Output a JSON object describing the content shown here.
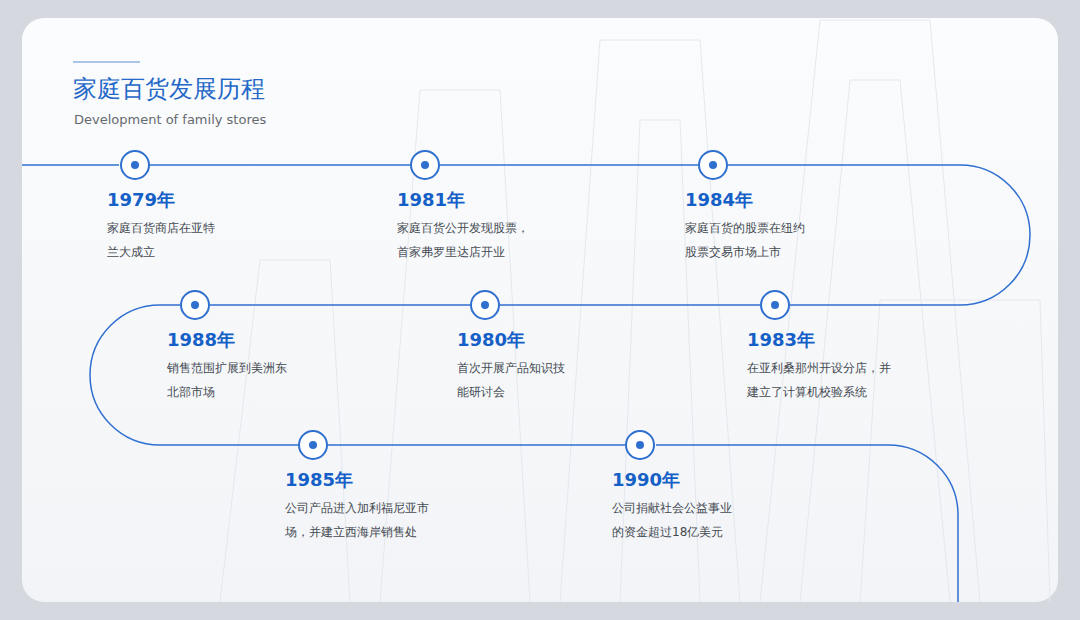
{
  "diagram": {
    "title": "家庭百货发展历程",
    "nodes": [
      {
        "text": [
          "1979年",
          "家庭百货商店在亚特 兰大成立"
        ]
      },
      {
        "text": [
          "1981年",
          "家庭百货公开发现股票， 首家弗罗里达店开业"
        ]
      },
      {
        "text": [
          "1984年",
          "家庭百货的股票在纽约 股票交易市场上市"
        ]
      },
      {
        "text": [
          "1988年",
          "销售范围扩展到美洲东 北部市场"
        ]
      },
      {
        "text": [
          "1980年",
          "首次开展产品知识技 能研讨会"
        ]
      },
      {
        "text": [
          "1983年",
          "在亚利桑那州开设分店，并 建立了计算机校验系统"
        ]
      },
      {
        "text": [
          "1985年",
          "公司产品进入加利福尼亚市 场，并建立西海岸销售处"
        ]
      },
      {
        "text": [
          "1990年",
          "公司捐献社会公益事业 的资金超过18亿美元"
        ]
      }
    ],
    "edges": [
      {
        "from": 0,
        "to": 1,
        "arrow": "none"
      },
      {
        "from": 1,
        "to": 2,
        "arrow": "none"
      },
      {
        "from": 2,
        "to": 5,
        "arrow": "none"
      },
      {
        "from": 5,
        "to": 4,
        "arrow": "none"
      },
      {
        "from": 4,
        "to": 3,
        "arrow": "none"
      },
      {
        "from": 3,
        "to": 6,
        "arrow": "none"
      },
      {
        "from": 6,
        "to": 7,
        "arrow": "none"
      }
    ],
    "labels": [
      "Development of family stores"
    ]
  }
}
